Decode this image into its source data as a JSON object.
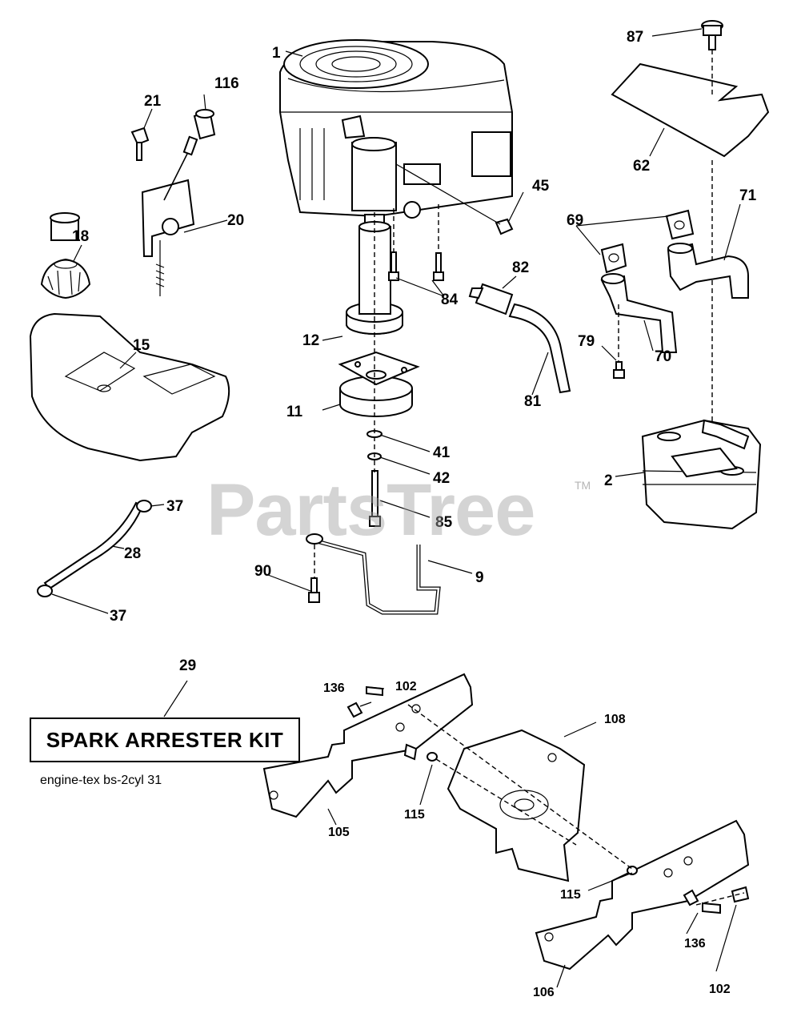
{
  "watermark": {
    "text": "PartsTree",
    "tm": "TM"
  },
  "kit_box": {
    "text": "SPARK ARRESTER KIT"
  },
  "footnote": {
    "text": "engine-tex  bs-2cyl  31"
  },
  "callouts": [
    {
      "id": "1",
      "label": "1"
    },
    {
      "id": "116",
      "label": "116"
    },
    {
      "id": "21",
      "label": "21"
    },
    {
      "id": "20",
      "label": "20"
    },
    {
      "id": "18",
      "label": "18"
    },
    {
      "id": "15",
      "label": "15"
    },
    {
      "id": "12",
      "label": "12"
    },
    {
      "id": "11",
      "label": "11"
    },
    {
      "id": "41",
      "label": "41"
    },
    {
      "id": "42",
      "label": "42"
    },
    {
      "id": "85",
      "label": "85"
    },
    {
      "id": "84",
      "label": "84"
    },
    {
      "id": "45",
      "label": "45"
    },
    {
      "id": "82",
      "label": "82"
    },
    {
      "id": "81",
      "label": "81"
    },
    {
      "id": "87",
      "label": "87"
    },
    {
      "id": "62",
      "label": "62"
    },
    {
      "id": "69",
      "label": "69"
    },
    {
      "id": "71",
      "label": "71"
    },
    {
      "id": "70",
      "label": "70"
    },
    {
      "id": "79",
      "label": "79"
    },
    {
      "id": "2",
      "label": "2"
    },
    {
      "id": "37a",
      "label": "37"
    },
    {
      "id": "28",
      "label": "28"
    },
    {
      "id": "37b",
      "label": "37"
    },
    {
      "id": "90",
      "label": "90"
    },
    {
      "id": "9",
      "label": "9"
    },
    {
      "id": "29",
      "label": "29"
    },
    {
      "id": "136a",
      "label": "136"
    },
    {
      "id": "102a",
      "label": "102"
    },
    {
      "id": "108",
      "label": "108"
    },
    {
      "id": "115a",
      "label": "115"
    },
    {
      "id": "105",
      "label": "105"
    },
    {
      "id": "115b",
      "label": "115"
    },
    {
      "id": "136b",
      "label": "136"
    },
    {
      "id": "102b",
      "label": "102"
    },
    {
      "id": "106",
      "label": "106"
    }
  ]
}
